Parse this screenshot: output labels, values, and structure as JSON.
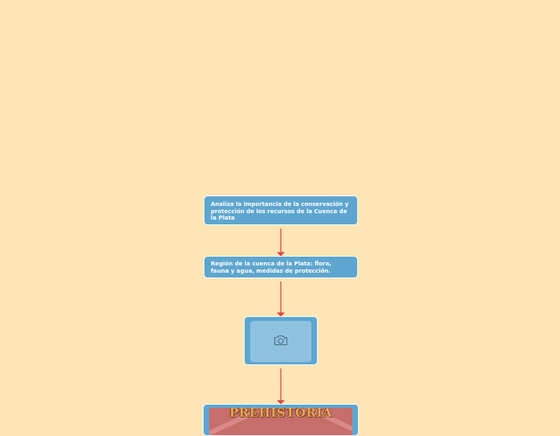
{
  "nodes": {
    "objective": {
      "text": "Analiza la importancia de la conservación y protección de los recursos de la Cuenca de la Plata"
    },
    "topic": {
      "text": "Región de la cuenca de la Plata: flora, fauna y agua, medidas de protección."
    },
    "image_placeholder": {
      "icon": "camera-icon"
    },
    "banner": {
      "text": "PREHISTORIA"
    }
  },
  "colors": {
    "background": "#fee5b5",
    "node_fill": "#5ea6cf",
    "node_border": "#ffffff",
    "connector": "#e0474c",
    "image_slot": "#8ec2e0"
  }
}
